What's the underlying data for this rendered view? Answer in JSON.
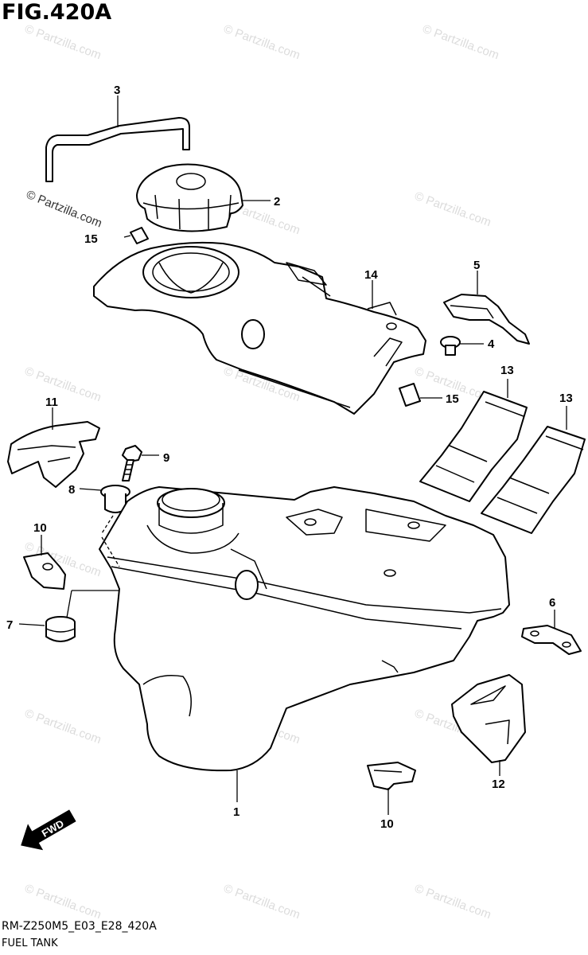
{
  "figure": {
    "title": "FIG.420A",
    "code": "RM-Z250M5_E03_E28_420A",
    "name": "FUEL TANK"
  },
  "watermark": {
    "text": "© Partzilla.com"
  },
  "direction_badge": {
    "label": "FWD",
    "icon": "forward-arrow-icon"
  },
  "callouts": [
    "1",
    "2",
    "3",
    "4",
    "5",
    "6",
    "7",
    "8",
    "9",
    "10",
    "10",
    "11",
    "12",
    "13",
    "13",
    "14",
    "15",
    "15"
  ],
  "colors": {
    "line": "#000000",
    "watermark": "#dcdcdc",
    "background": "#ffffff"
  }
}
